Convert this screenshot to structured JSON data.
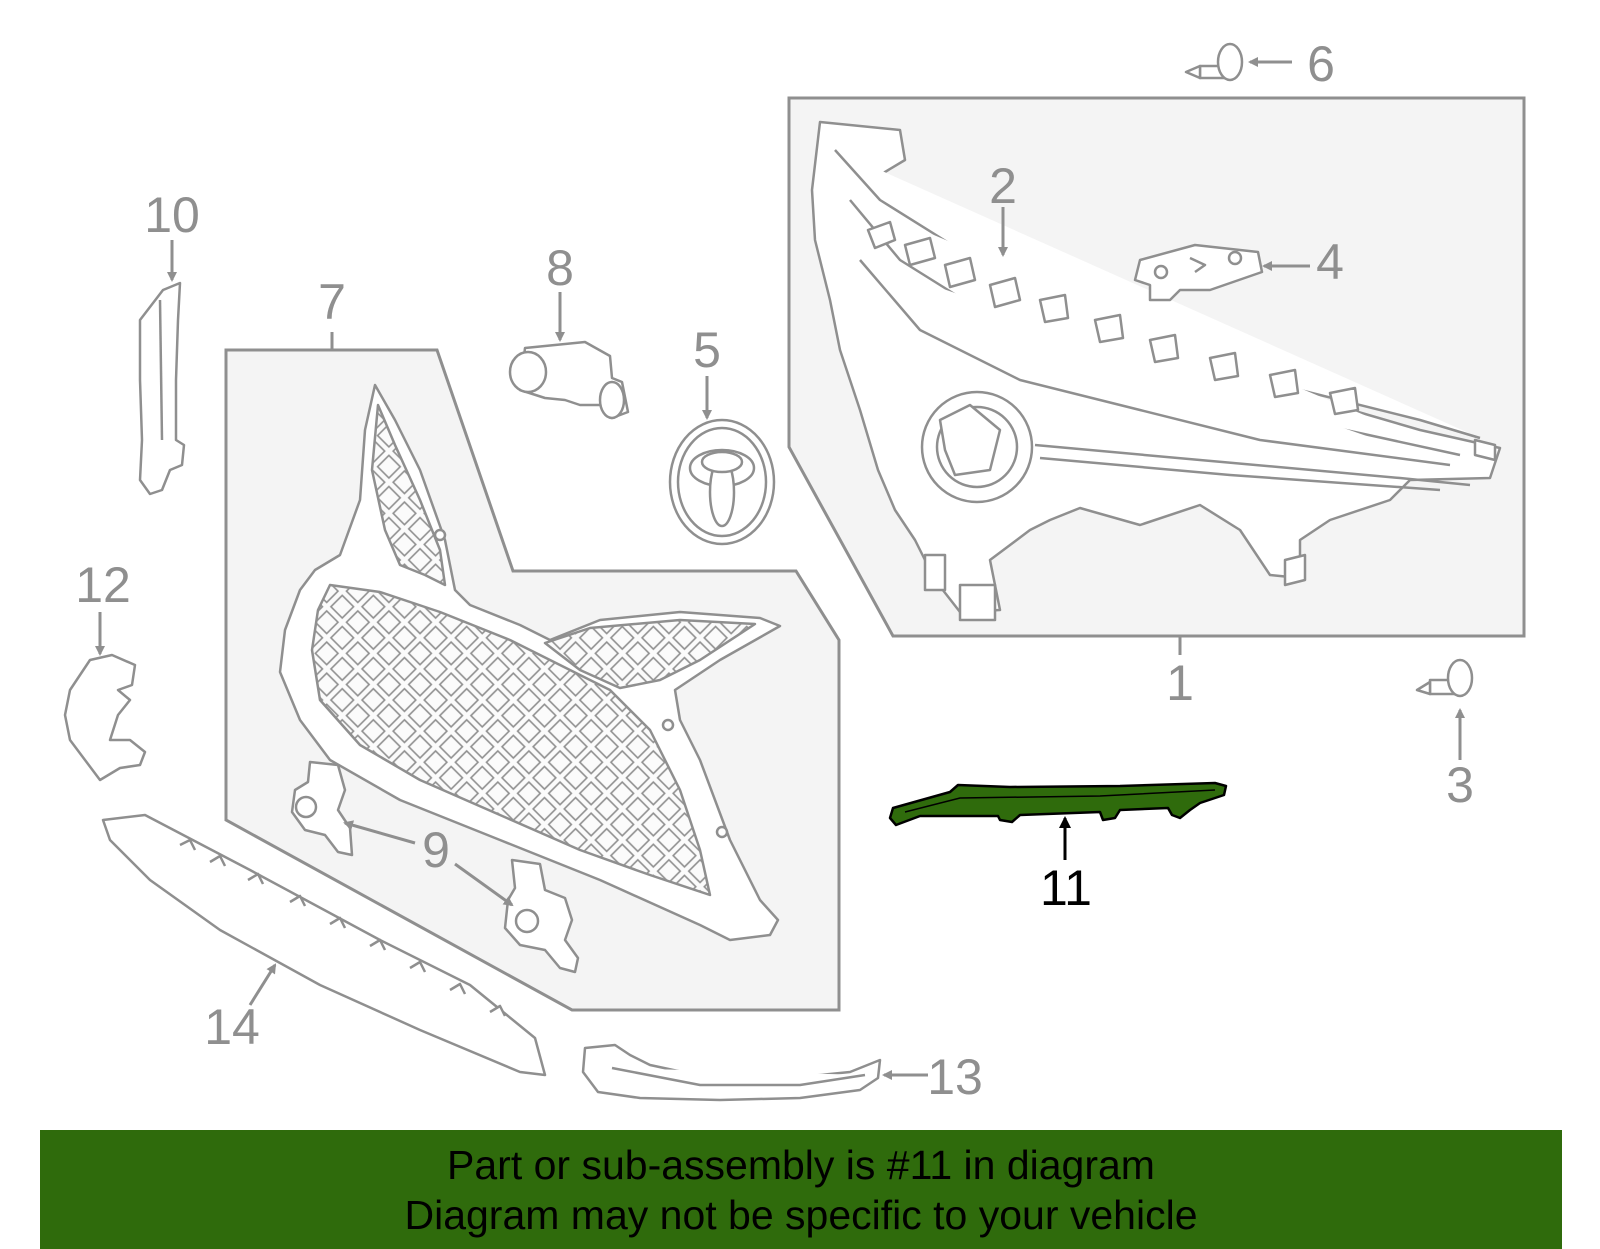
{
  "callouts": {
    "n1": "1",
    "n2": "2",
    "n3": "3",
    "n4": "4",
    "n5": "5",
    "n6": "6",
    "n7": "7",
    "n8": "8",
    "n9": "9",
    "n10": "10",
    "n11": "11",
    "n12": "12",
    "n13": "13",
    "n14": "14"
  },
  "highlighted_part": "11",
  "colors": {
    "highlight": "#2f6b0c",
    "outline": "#8f8f8f",
    "panel": "#f4f4f4"
  },
  "banner": {
    "line1": "Part or sub-assembly is #11 in diagram",
    "line2": "Diagram may not be specific to your vehicle"
  }
}
